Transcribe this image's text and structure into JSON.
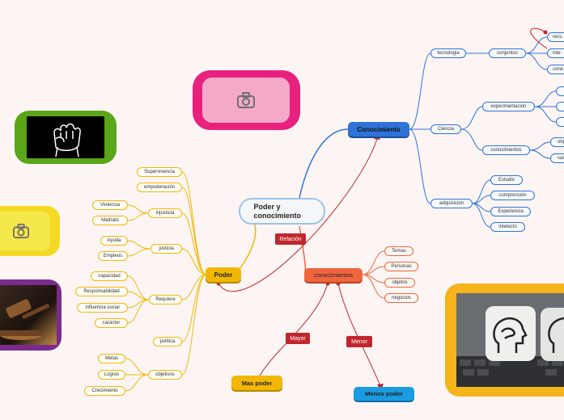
{
  "central": {
    "label": "Poder y conocimiento"
  },
  "main": {
    "poder": "Poder",
    "conocimiento": "Conocimiento",
    "conocimientos": "conocimientos",
    "mas_poder": "Mas poder",
    "menos_poder": "Menos poder"
  },
  "relations": {
    "relacion": "Relación",
    "mayor": "Mayor",
    "menor": "Menor"
  },
  "poder_branch": {
    "supervivencia": "Supervivencia",
    "empoderacion": "empoderación",
    "injusticia": "injusticia",
    "violencia": "Violencia",
    "maltrato": "Maltrato",
    "justicia": "justicia",
    "ayuda": "Ayuda",
    "empleos": "Empleos",
    "requiere": "Requiere",
    "capacidad": "capacidad",
    "responsabilidad": "Responsabilidad",
    "influencia_social": "influencia social",
    "caracter": "carácter",
    "politica": "política",
    "objetivos": "objetivos",
    "metas": "Metas",
    "logros": "Logros",
    "crecimiento": "Crecimiento"
  },
  "conocimiento_branch": {
    "tecnologia": "tecnologia",
    "conjuntos": "conjuntos",
    "recu": "recu",
    "inte": "inte",
    "cone": "cone",
    "ciencia": "Ciencia",
    "experimentacion": "experimentación",
    "conocimientos": "conocimientos",
    "obj": "obj",
    "var": "var",
    "adquisicion": "adquisición",
    "estudio": "Estudio",
    "comprension": "comprensión",
    "experiencia": "Experiencia",
    "intelecto": "intelecto"
  },
  "conocimientos_branch": {
    "temas": "Temas",
    "personas": "Personas",
    "objetos": "objetos",
    "negocios": "negocios"
  },
  "images": {
    "pink": "camera-icon",
    "yellow": "camera-icon",
    "green": "fist-illustration",
    "purple": "gavel-photo",
    "orange": "brain-dice-photo"
  },
  "colors": {
    "yellow": "#f2b705",
    "blue": "#2f72d8",
    "orange": "#f0653e",
    "red": "#c0262d",
    "pink": "#e8217f",
    "green": "#5aa519",
    "purple": "#7b2b8c"
  }
}
